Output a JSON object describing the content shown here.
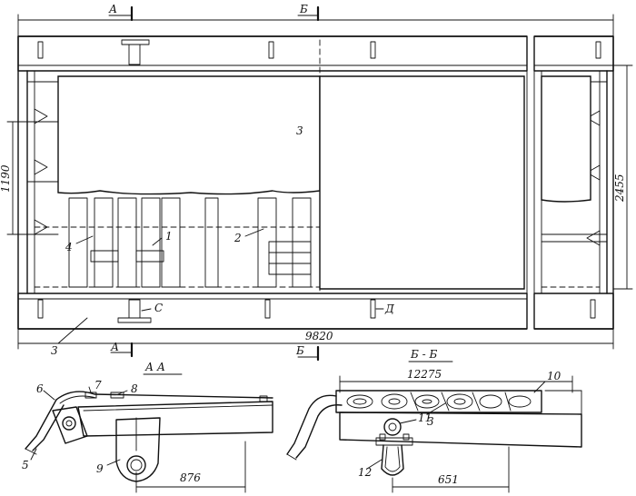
{
  "section_marks": {
    "a_top": "А",
    "b_top": "Б",
    "a_bottom": "А",
    "b_bottom": "Б"
  },
  "dimensions": {
    "overall_length": "9820",
    "overall_width": "2455",
    "partial_width": "1190",
    "section_a_offset": "876",
    "section_b_width": "12275",
    "section_b_offset": "651"
  },
  "section_titles": {
    "a_a": "А А",
    "b_b": "Б - Б"
  },
  "plan_labels": {
    "item_1": "1",
    "item_2": "2",
    "item_3_cover": "3",
    "item_3_side": "3",
    "item_4": "4",
    "item_c": "С",
    "item_d": "Д"
  },
  "section_labels": {
    "item_5": "5",
    "item_6": "6",
    "item_7": "7",
    "item_8": "8",
    "item_9": "9",
    "item_3": "3",
    "item_10": "10",
    "item_11": "11",
    "item_12": "12"
  }
}
